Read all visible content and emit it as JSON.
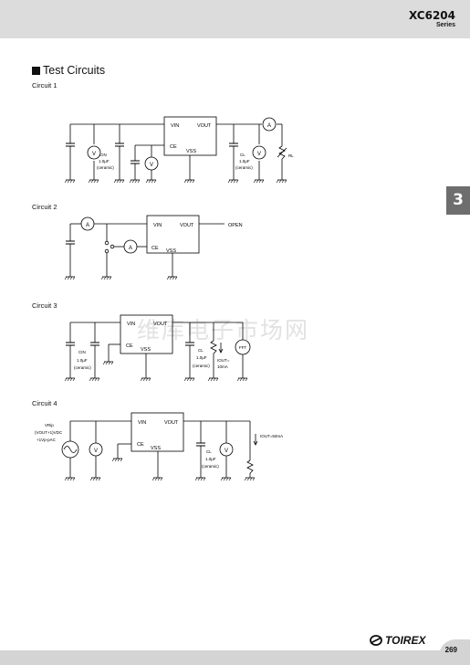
{
  "header": {
    "title": "XC6204",
    "subtitle": "Series"
  },
  "section_title": "Test Circuits",
  "circuit_labels": [
    "Circuit 1",
    "Circuit 2",
    "Circuit 3",
    "Circuit 4"
  ],
  "chapter_tab": "3",
  "watermark": "维库电子市场网",
  "page_number": "269",
  "logo": "TOIREX",
  "pin": {
    "vin": "VIN",
    "vout": "VOUT",
    "ce": "CE",
    "vss": "VSS"
  },
  "meter": {
    "amp": "A",
    "volt": "V"
  },
  "cap": {
    "cin": "CIN",
    "cl": "CL",
    "value": "1.0μF",
    "type": "(ceramic)"
  },
  "rl": "RL",
  "open": "OPEN",
  "iout_10": "IOUT=",
  "iout_10b": "10mA",
  "fft": "FFT",
  "vrip_1": "VRip",
  "vrip_2": "(VOUT+1)VDC",
  "vrip_3": "+1Vp-pAC",
  "iout_50": "IOUT=50mA"
}
